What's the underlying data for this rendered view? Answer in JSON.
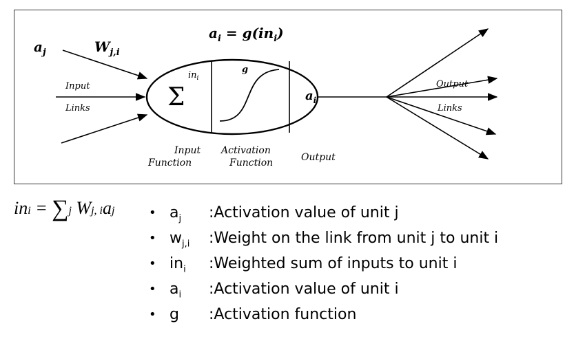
{
  "diagram": {
    "input_label": "a",
    "input_sub": "j",
    "weight_label": "W",
    "weight_sub": "j,i",
    "equation": "a",
    "equation_sub": "i",
    "equation_rhs": " = g(in",
    "equation_rhs_sub": "i",
    "equation_end": ")",
    "input_links_1": "Input",
    "input_links_2": "Links",
    "sum_symbol": "Σ",
    "in_label": "in",
    "in_sub": "i",
    "g_label": "g",
    "out_label": "a",
    "out_sub": "i",
    "output_links_1": "Output",
    "output_links_2": "Links",
    "input_function_1": "Input",
    "input_function_2": "Function",
    "activation_function_1": "Activation",
    "activation_function_2": "Function",
    "output_label": "Output"
  },
  "formula": {
    "lhs": "in",
    "lhs_sub": "i",
    "equals": " = ",
    "sum": "∑",
    "sum_sub": "j",
    "w": "W",
    "w_sub": "j, i",
    "a": "a",
    "a_sub": "j"
  },
  "legend": [
    {
      "bullet": "•",
      "symbol": "a",
      "sub": "j",
      "desc": ":Activation value of unit j"
    },
    {
      "bullet": "•",
      "symbol": "w",
      "sub": "j,i",
      "desc": ":Weight on the link from unit j to unit i"
    },
    {
      "bullet": "•",
      "symbol": "in",
      "sub": "i",
      "desc": ":Weighted sum of inputs to unit i"
    },
    {
      "bullet": "•",
      "symbol": "a",
      "sub": "i",
      "desc": ":Activation value of unit i"
    },
    {
      "bullet": "•",
      "symbol": "g",
      "sub": "",
      "desc": ":Activation function"
    }
  ]
}
